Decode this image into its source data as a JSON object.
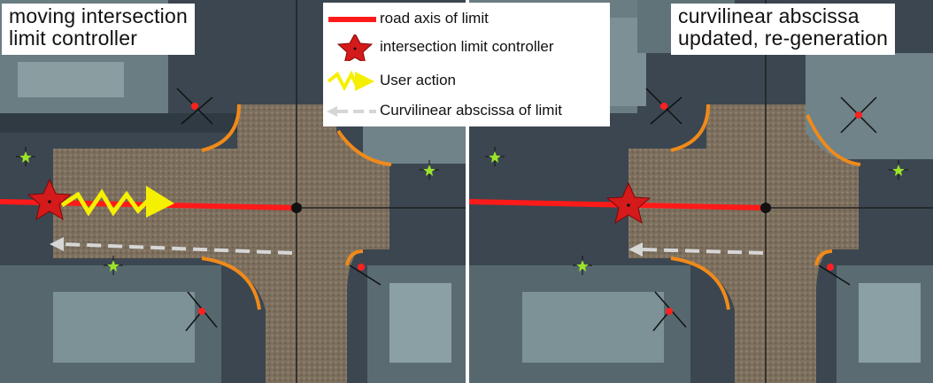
{
  "panels": [
    {
      "id": "left",
      "caption": [
        "moving intersection",
        "limit controller"
      ]
    },
    {
      "id": "right",
      "caption": [
        "curvilinear abscissa",
        "updated, re-generation"
      ]
    }
  ],
  "legend": [
    {
      "symbol": "red-line",
      "label": "road axis of limit"
    },
    {
      "symbol": "red-star",
      "label": "intersection limit controller"
    },
    {
      "symbol": "yellow-arrow",
      "label": "User action"
    },
    {
      "symbol": "grey-dashed-arrow",
      "label": "Curvilinear abscissa of limit"
    }
  ],
  "colors": {
    "road_axis": "#ff1a1a",
    "controller_star": "#d41a1a",
    "user_action": "#f5f000",
    "abscissa_arrow": "#d6d6d6",
    "curb": "#f08a1a",
    "pavement": "#7d6f5e",
    "asphalt": "#3b4650",
    "roof": "#5f7378"
  }
}
